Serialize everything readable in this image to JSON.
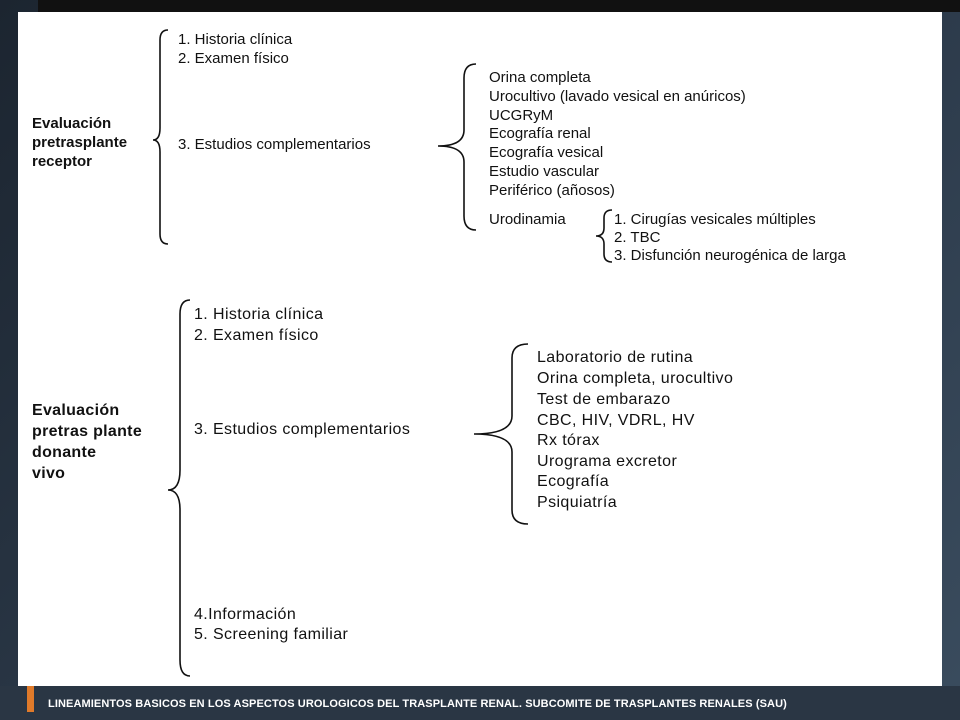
{
  "receptor": {
    "title_lines": [
      "Evaluación",
      "pretrasplante",
      "receptor"
    ],
    "items": [
      "1. Historia clínica",
      "2. Examen físico",
      "3. Estudios complementarios"
    ],
    "estudios": [
      "Orina completa",
      "Urocultivo (lavado vesical en anúricos)",
      "UCGRyM",
      "Ecografía renal",
      "Ecografía vesical",
      "Estudio vascular",
      "Periférico (añosos)"
    ],
    "urodinamia_label": "Urodinamia",
    "urodinamia_items": [
      "1. Cirugías vesicales múltiples",
      "2. TBC",
      "3. Disfunción neurogénica de larga"
    ]
  },
  "donante": {
    "title_lines": [
      "Evaluación",
      "pretras plante",
      "donante",
      "vivo"
    ],
    "items": [
      "1. Historia clínica",
      "2. Examen físico",
      "3. Estudios complementarios"
    ],
    "estudios": [
      "Laboratorio de rutina",
      "Orina completa, urocultivo",
      "Test de embarazo",
      "CBC, HIV, VDRL, HV",
      "Rx tórax",
      "Urograma excretor",
      "Ecografía",
      "Psiquiatría"
    ],
    "extra_items": [
      "4.Información",
      "5. Screening familiar"
    ]
  },
  "footer": {
    "text": "LINEAMIENTOS BASICOS EN LOS ASPECTOS UROLOGICOS DEL TRASPLANTE RENAL. SUBCOMITE DE TRASPLANTES RENALES (SAU)"
  }
}
